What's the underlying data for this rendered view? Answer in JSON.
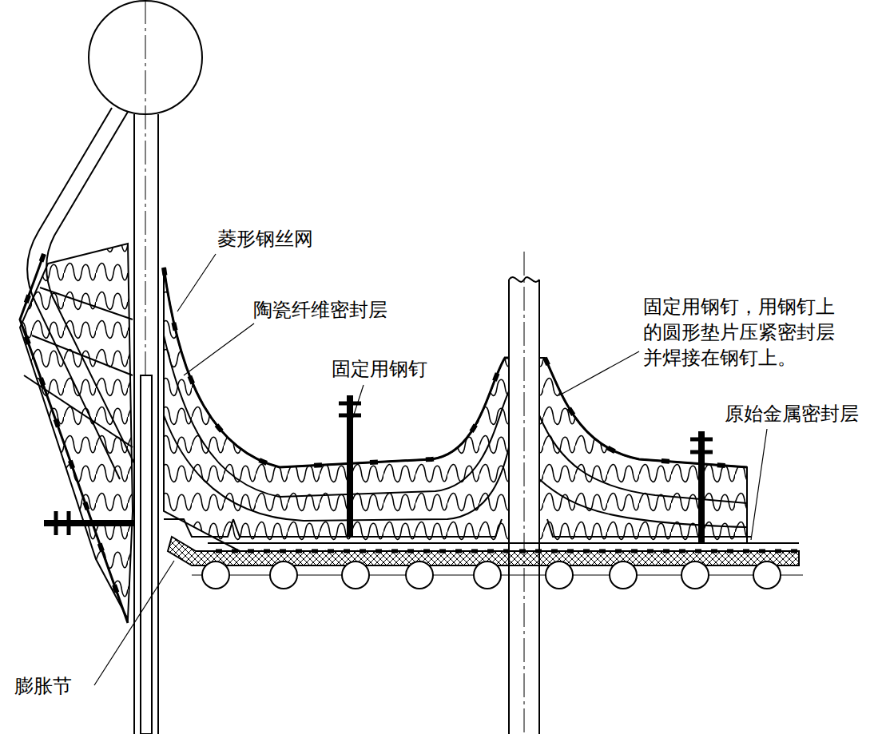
{
  "diagram": {
    "labels": [
      "菱形钢丝网",
      "陶瓷纤维密封层",
      "固定用钢钉",
      "固定用钢钉，用钢钉上 的圆形垫片压紧密封层 并焊接在钢钉上。",
      "原始金属密封层",
      "膨胀节"
    ]
  }
}
